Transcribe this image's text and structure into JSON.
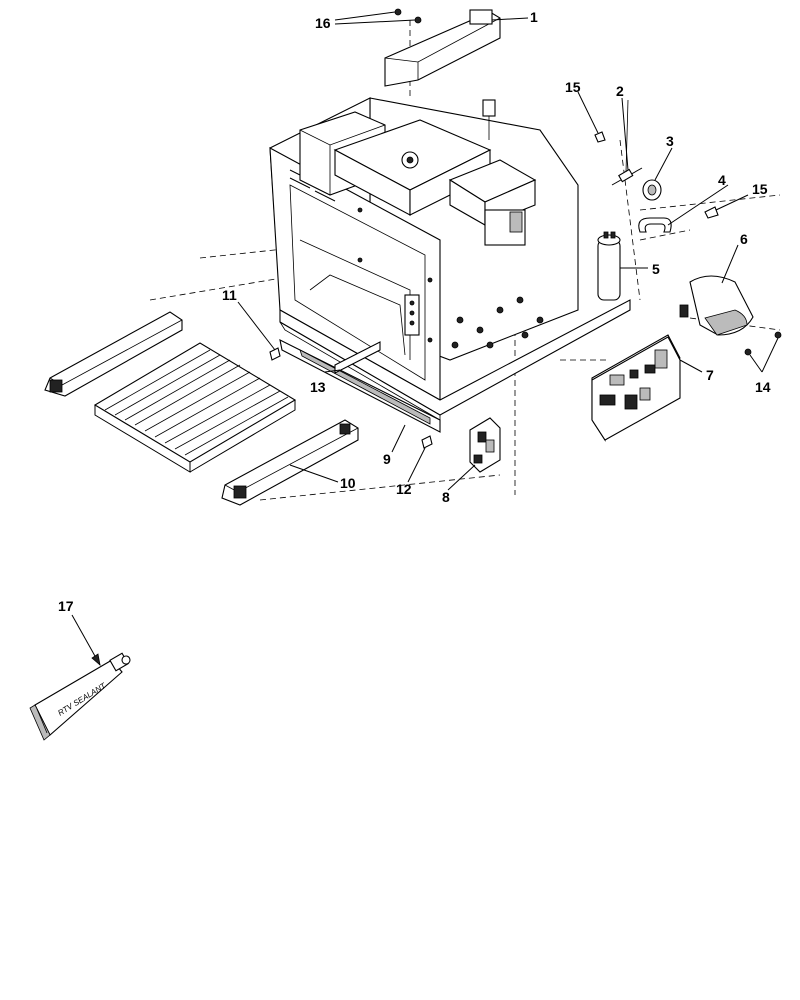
{
  "callouts": [
    "1",
    "2",
    "3",
    "4",
    "5",
    "6",
    "7",
    "8",
    "9",
    "10",
    "11",
    "12",
    "13",
    "14",
    "15",
    "15",
    "16",
    "17"
  ],
  "tube_text": "RTV SEALANT"
}
